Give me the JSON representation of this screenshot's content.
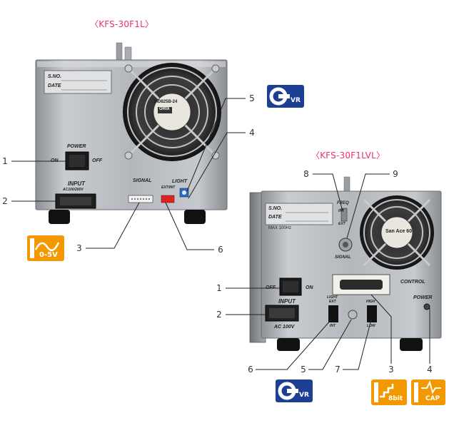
{
  "titles": {
    "left_model": "〈KFS-30F1L〉",
    "right_model": "〈KFS-30F1LVL〉"
  },
  "left_panel": {
    "sno_label": "S.NO.",
    "date_label": "DATE",
    "power_label": "POWER",
    "on_label": "ON",
    "off_label": "OFF",
    "input_label": "INPUT",
    "input_sub": "AC100/200V",
    "signal_label": "SIGNAL",
    "light_label": "LIGHT",
    "ext_int_label": "EXT/INT",
    "fan_brand": "ORIX",
    "fan_model": "MD825B-24"
  },
  "right_panel": {
    "sno_label": "S.NO.",
    "date_label": "DATE",
    "max_label": "MAX 100Hz",
    "freq_label": "FREQ",
    "int_label": "INT",
    "ext_label": "EXT",
    "signal_label": "SIGNAL",
    "control_label": "CONTROL",
    "power_label": "POWER",
    "off_label": "OFF",
    "on_label": "ON",
    "input_label": "INPUT",
    "ac_label": "AC 100V",
    "light_label": "LIGHT",
    "light_ext": "EXT",
    "light_int": "INT",
    "high_label": "HIGH",
    "low_label": "LOW",
    "fan_brand": "San Ace 60"
  },
  "callouts_left": [
    "1",
    "2",
    "3",
    "4",
    "5",
    "6"
  ],
  "callouts_right": [
    "8",
    "9",
    "1",
    "2",
    "6",
    "5",
    "7",
    "3",
    "4"
  ],
  "badges": {
    "vr_text": "VR",
    "v05_text": "0-5V",
    "bit8_text": "8bit",
    "cap_text": "CAP"
  },
  "colors": {
    "title_pink": "#e8326a",
    "badge_orange": "#f39800",
    "badge_blue": "#1c3f94"
  }
}
